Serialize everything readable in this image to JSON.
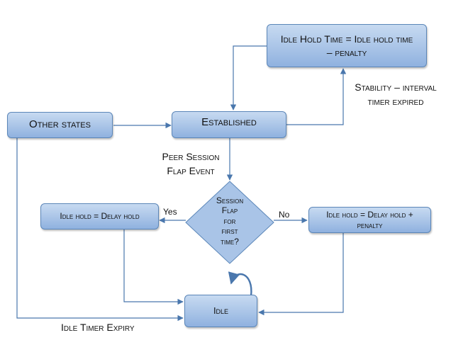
{
  "nodes": {
    "idle_hold_penalty": "Idle Hold Time = Idle hold time – penalty",
    "other_states": "Other states",
    "established": "Established",
    "idle_delay": "Idle hold = Delay hold",
    "idle_delay_penalty": "Idle hold = Delay hold + penalty",
    "idle": "Idle"
  },
  "decision": {
    "line1": "Session",
    "line2": "Flap",
    "line3": "for",
    "line4": "first",
    "line5": "time?"
  },
  "labels": {
    "stability_line1": "Stability – interval",
    "stability_line2": "timer expired",
    "peer_line1": "Peer Session",
    "peer_line2": "Flap Event",
    "yes": "Yes",
    "no": "No",
    "idle_timer_expiry": "Idle Timer Expiry"
  },
  "colors": {
    "node_fill": "#a9c4e7",
    "node_border": "#5b86b8",
    "arrow": "#4a77ad"
  }
}
